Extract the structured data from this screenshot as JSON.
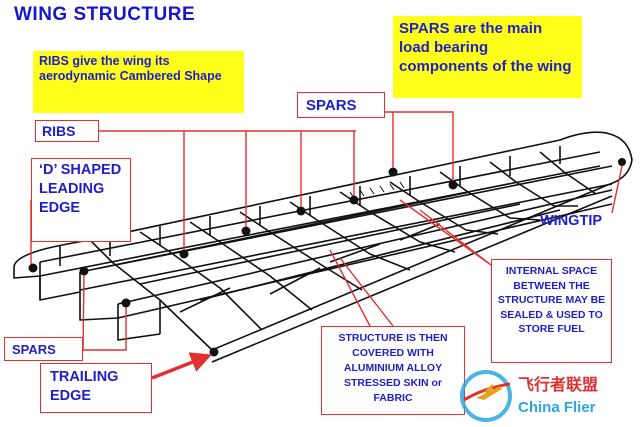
{
  "title": "WING STRUCTURE",
  "labels": {
    "ribs_note": "RIBS give the wing its aerodynamic Cambered Shape",
    "spars_note": "SPARS are the main load bearing components of the wing",
    "ribs": "RIBS",
    "spars_top": "SPARS",
    "d_shaped": "‘D’ SHAPED LEADING EDGE",
    "wingtip": "WINGTIP",
    "spars_bottom": "SPARS",
    "trailing_edge": "TRAILING EDGE",
    "internal_space": "INTERNAL SPACE BETWEEN THE STRUCTURE MAY BE SEALED & USED TO STORE FUEL",
    "covered": "STRUCTURE IS THEN COVERED WITH ALUMINIUM ALLOY STRESSED SKIN or FABRIC"
  },
  "watermark": {
    "cn": "飞行者联盟",
    "en": "China Flier"
  },
  "colors": {
    "label_text": "#1f1fc8",
    "highlight": "#ffff1a",
    "leader_line": "#e03030",
    "diagram_line": "#111111"
  }
}
